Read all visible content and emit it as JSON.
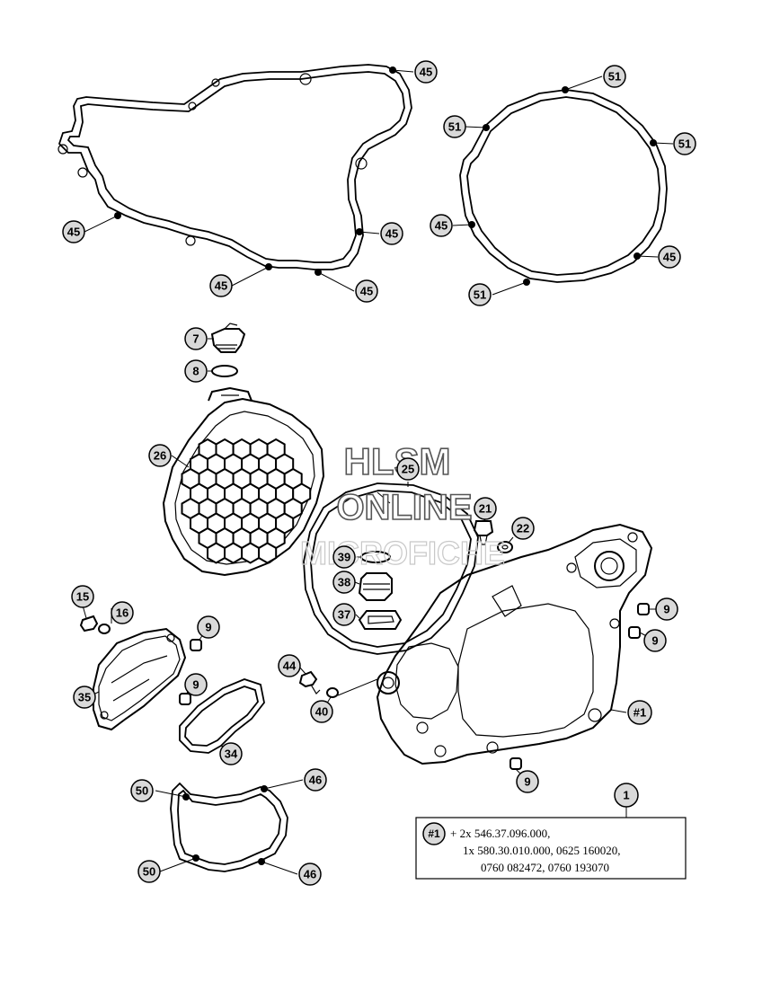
{
  "watermark": {
    "line1": "HLSM",
    "line2": "ONLINE",
    "line3": "MICROFICHE"
  },
  "callouts": [
    {
      "id": "c45a",
      "label": "45"
    },
    {
      "id": "c45b",
      "label": "45"
    },
    {
      "id": "c45c",
      "label": "45"
    },
    {
      "id": "c45d",
      "label": "45"
    },
    {
      "id": "c45e",
      "label": "45"
    },
    {
      "id": "c51a",
      "label": "51"
    },
    {
      "id": "c51b",
      "label": "51"
    },
    {
      "id": "c51c",
      "label": "51"
    },
    {
      "id": "c45f",
      "label": "45"
    },
    {
      "id": "c45g",
      "label": "45"
    },
    {
      "id": "c51d",
      "label": "51"
    },
    {
      "id": "c7",
      "label": "7"
    },
    {
      "id": "c8",
      "label": "8"
    },
    {
      "id": "c26",
      "label": "26"
    },
    {
      "id": "c25",
      "label": "25"
    },
    {
      "id": "c21",
      "label": "21"
    },
    {
      "id": "c22",
      "label": "22"
    },
    {
      "id": "c39",
      "label": "39"
    },
    {
      "id": "c38",
      "label": "38"
    },
    {
      "id": "c37",
      "label": "37"
    },
    {
      "id": "c15",
      "label": "15"
    },
    {
      "id": "c16",
      "label": "16"
    },
    {
      "id": "c9a",
      "label": "9"
    },
    {
      "id": "c9b",
      "label": "9"
    },
    {
      "id": "c9c",
      "label": "9"
    },
    {
      "id": "c9d",
      "label": "9"
    },
    {
      "id": "c9e",
      "label": "9"
    },
    {
      "id": "c35",
      "label": "35"
    },
    {
      "id": "c34",
      "label": "34"
    },
    {
      "id": "c44",
      "label": "44"
    },
    {
      "id": "c40",
      "label": "40"
    },
    {
      "id": "c1",
      "label": "#1"
    },
    {
      "id": "c50a",
      "label": "50"
    },
    {
      "id": "c50b",
      "label": "50"
    },
    {
      "id": "c46a",
      "label": "46"
    },
    {
      "id": "c46b",
      "label": "46"
    },
    {
      "id": "cone",
      "label": "1"
    }
  ],
  "note": {
    "tag": "#1",
    "line1": "+ 2x 546.37.096.000,",
    "line2": "1x 580.30.010.000, 0625 160020,",
    "line3": "0760 082472, 0760 193070"
  }
}
